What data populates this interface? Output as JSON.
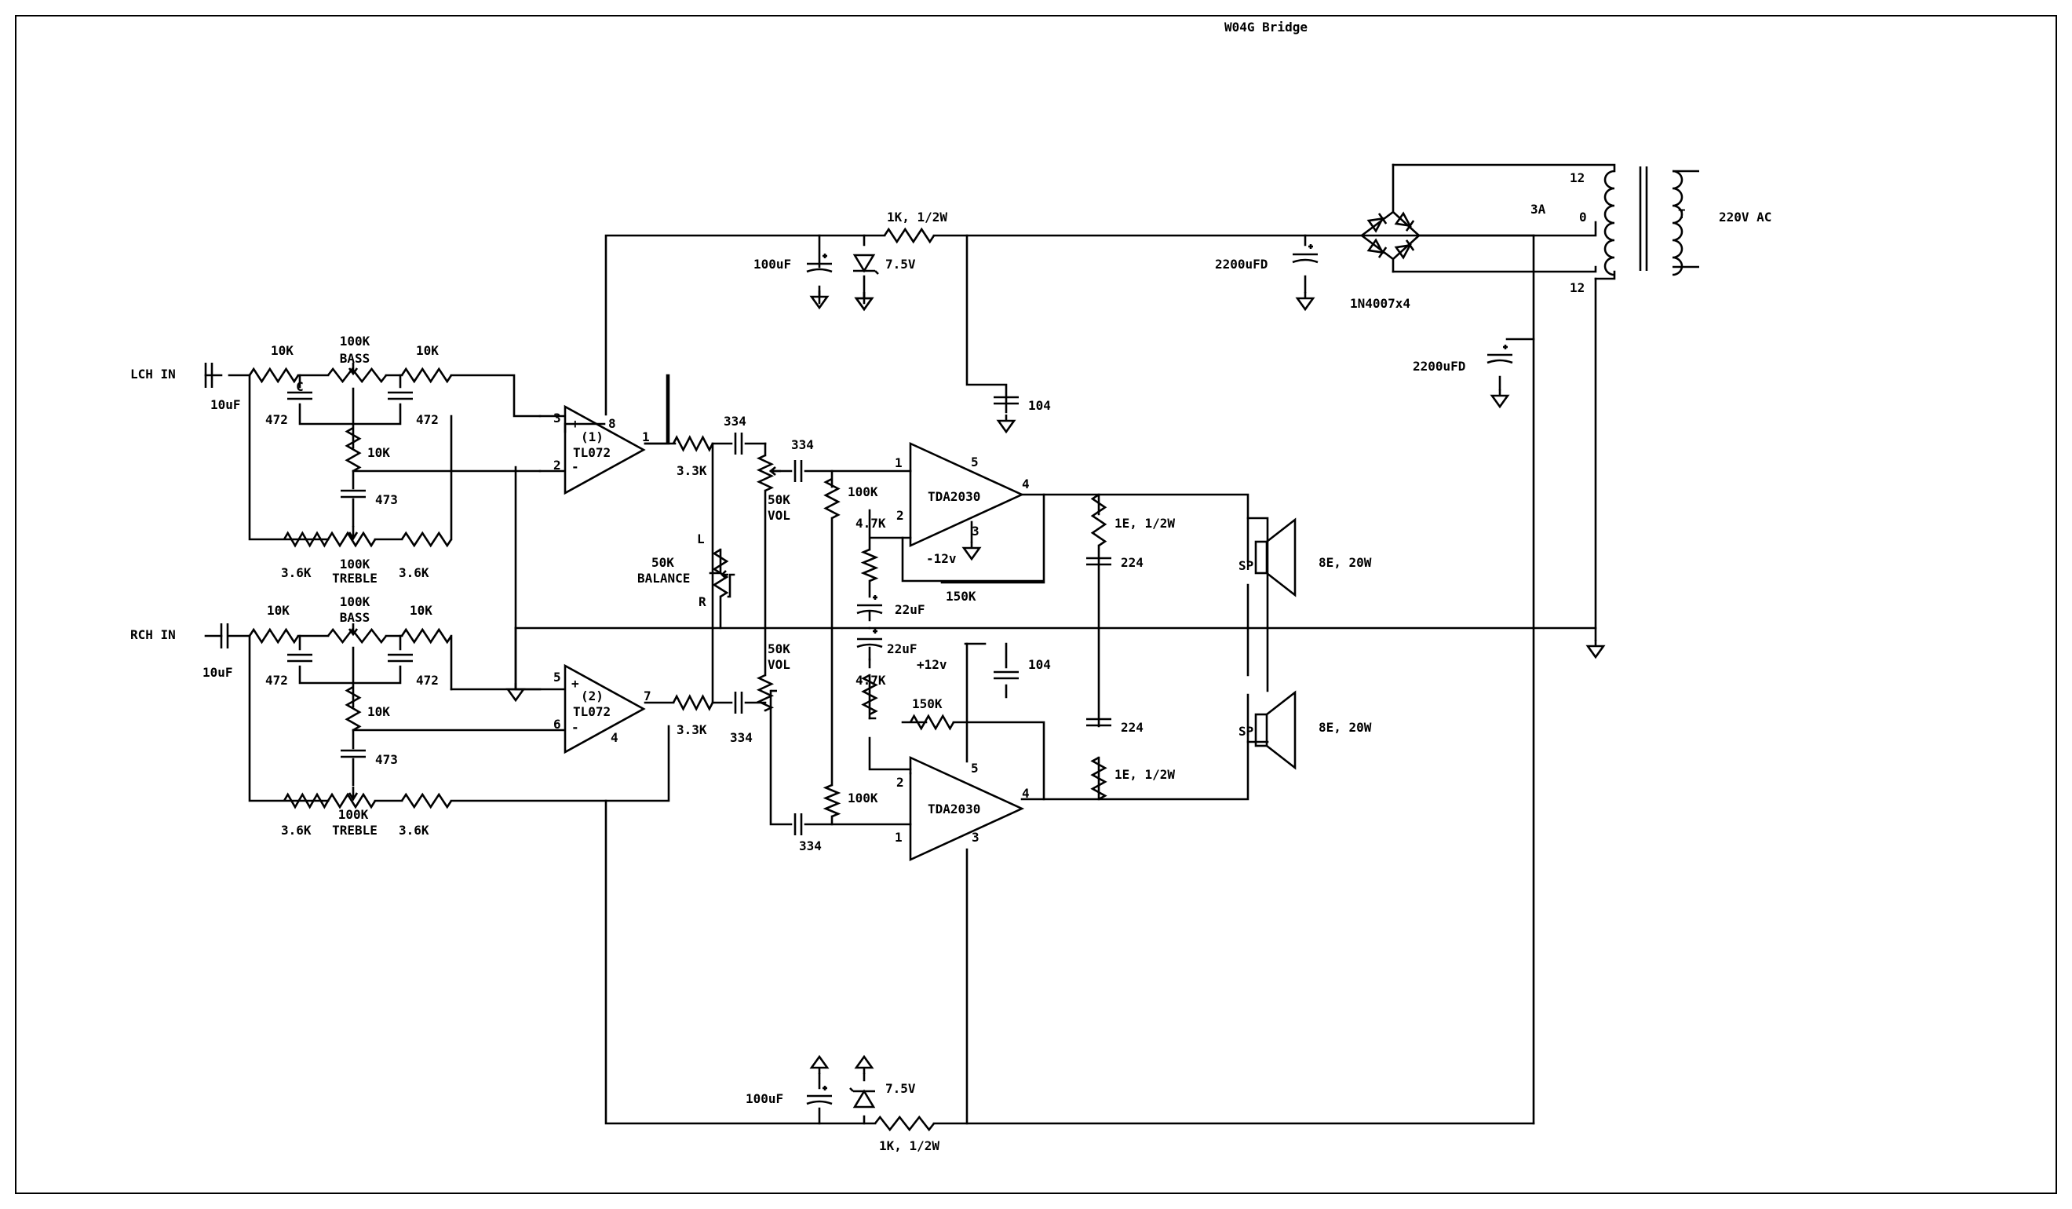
{
  "title": "W04G Bridge",
  "inputs": {
    "left": "LCH IN",
    "right": "RCH IN"
  },
  "tone_left": {
    "cin": "10uF",
    "r_in": "10K",
    "bass_value": "100K",
    "bass_name": "BASS",
    "r_out": "10K",
    "cap_c": "C",
    "cap_a": "472",
    "cap_b": "472",
    "r_mid": "10K",
    "cap_mid": "473",
    "r_tl": "3.6K",
    "treble_value": "100K",
    "treble_name": "TREBLE",
    "r_tr": "3.6K"
  },
  "tone_right": {
    "cin": "10uF",
    "r_in": "10K",
    "bass_value": "100K",
    "bass_name": "BASS",
    "r_out": "10K",
    "cap_a": "472",
    "cap_b": "472",
    "r_mid": "10K",
    "cap_mid": "473",
    "r_tl": "3.6K",
    "treble_value": "100K",
    "treble_name": "TREBLE",
    "r_tr": "3.6K"
  },
  "opamp1": {
    "ref": "(1)",
    "part": "TL072",
    "pin_plus": "3",
    "pin_minus": "2",
    "pin_out": "1",
    "pin_pwr": "8",
    "sign_plus": "+",
    "sign_minus": "-"
  },
  "opamp2": {
    "ref": "(2)",
    "part": "TL072",
    "pin_plus": "5",
    "pin_minus": "6",
    "pin_out": "7",
    "pin_pwr": "4",
    "sign_plus": "+",
    "sign_minus": "-"
  },
  "mixer": {
    "r1": "3.3K",
    "c1": "334",
    "r2": "3.3K",
    "c2": "334",
    "vol1_value": "50K",
    "vol1_name": "VOL",
    "vol2_value": "50K",
    "vol2_name": "VOL",
    "bal_value": "50K",
    "bal_name": "BALANCE",
    "bal_l": "L",
    "bal_r": "R"
  },
  "amp1": {
    "part": "TDA2030",
    "cin": "334",
    "r_in": "100K",
    "r_fb": "150K",
    "r_g": "4.7K",
    "c_g": "22uF",
    "c_sup": "104",
    "supply": "-12v",
    "pin1": "1",
    "pin2": "2",
    "pin3": "3",
    "pin4": "4",
    "pin5": "5"
  },
  "amp2": {
    "part": "TDA2030",
    "cin": "334",
    "r_in": "100K",
    "r_fb": "150K",
    "r_g": "4.7K",
    "c_g": "22uF",
    "c_sup": "104",
    "supply": "+12v",
    "pin1": "1",
    "pin2": "2",
    "pin3": "3",
    "pin4": "4",
    "pin5": "5"
  },
  "zobel": {
    "r1": "1E, 1/2W",
    "c1": "224",
    "c2": "224",
    "r2": "1E, 1/2W"
  },
  "speakers": [
    {
      "tag": "SP",
      "rating": "8E, 20W"
    },
    {
      "tag": "SP",
      "rating": "8E, 20W"
    }
  ],
  "supply_top": {
    "cap": "100uF",
    "zener": "7.5V",
    "res": "1K, 1/2W"
  },
  "supply_bottom": {
    "cap": "100uF",
    "zener": "7.5V",
    "res": "1K, 1/2W"
  },
  "psu": {
    "cap1": "2200uFD",
    "cap2": "2200uFD",
    "diodes": "1N4007x4",
    "fuse": "3A",
    "tap_top": "12",
    "tap_mid": "0",
    "tap_bot": "12",
    "xfmr": "T",
    "mains": "220V AC"
  }
}
